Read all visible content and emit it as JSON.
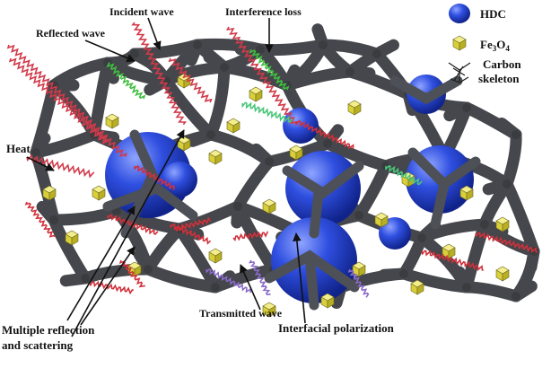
{
  "diagram": {
    "labels": {
      "incident_wave": "Incident wave",
      "interference_loss": "Interference loss",
      "reflected_wave": "Reflected wave",
      "heat": "Heat",
      "multiple_reflection_line1": "Multiple reflection",
      "multiple_reflection_line2": "and scattering",
      "transmitted_wave": "Transmitted wave",
      "interfacial_polarization": "Interfacial polarization"
    },
    "legend": {
      "items": [
        {
          "id": "hdc",
          "label": "HDC",
          "icon": "blue-sphere-icon"
        },
        {
          "id": "fe3o4",
          "label_main": "Fe",
          "label_sub1": "3",
          "label_mid": "O",
          "label_sub2": "4",
          "icon": "yellow-cube-icon"
        },
        {
          "id": "carbon",
          "label_line1": "Carbon",
          "label_line2": "skeleton",
          "icon": "carbon-network-icon"
        }
      ]
    },
    "colors": {
      "incident": "#d23a4a",
      "reflected": "#3fbf3f",
      "interference": "#4ac67a",
      "transmitted": "#8a6bc9",
      "heat": "#d2303a",
      "skeleton": "#4a4c51",
      "hdc": "#2a49d6",
      "fe3o4": "#e9e050"
    }
  }
}
